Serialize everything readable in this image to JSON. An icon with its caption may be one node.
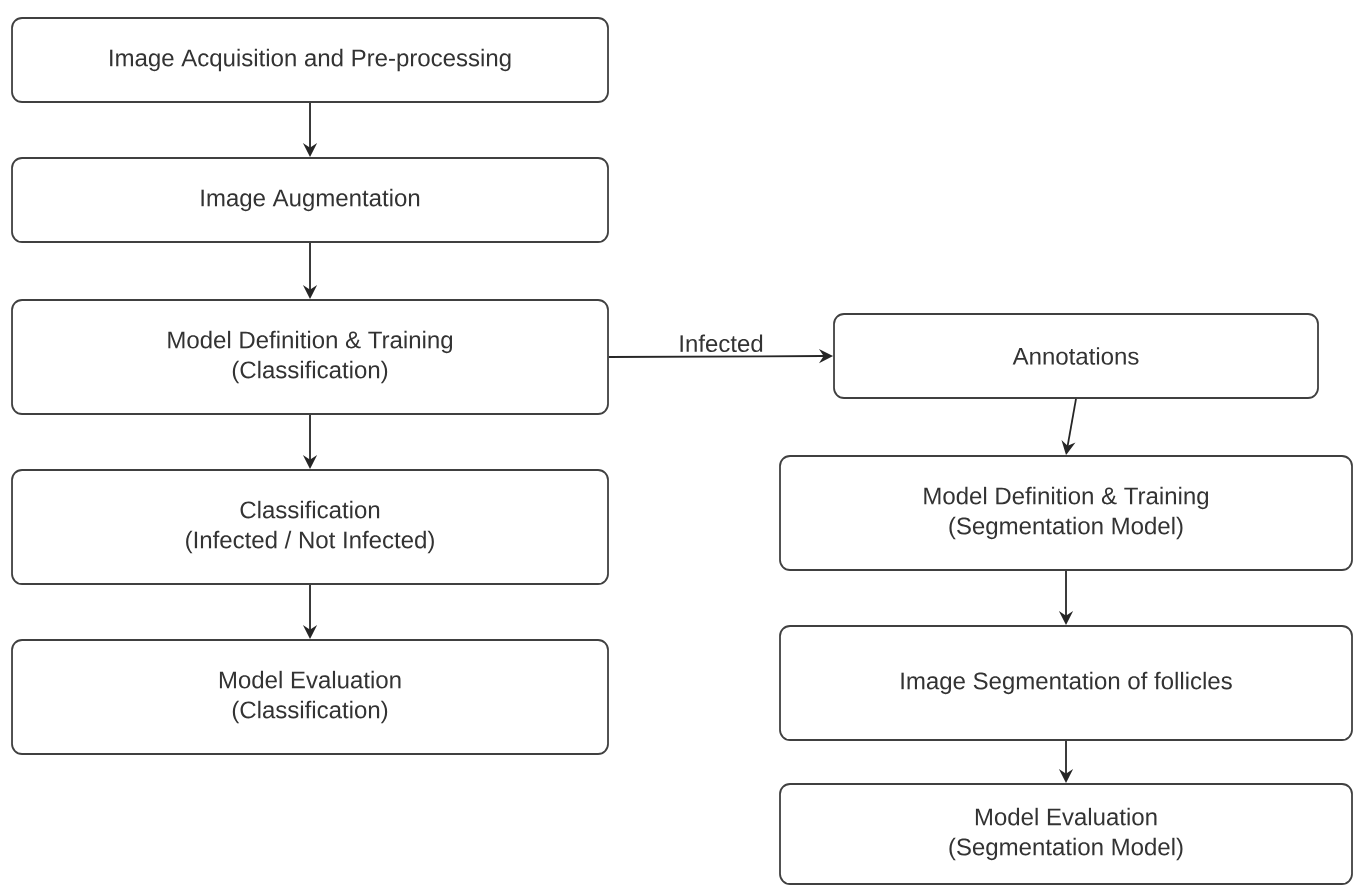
{
  "diagram": {
    "nodes": [
      {
        "text": [
          "Image Acquisition and Pre-processing"
        ]
      },
      {
        "text": [
          "Image Augmentation"
        ]
      },
      {
        "text": [
          "Model Definition & Training",
          "(Classification)"
        ]
      },
      {
        "text": [
          "Classification",
          "(Infected / Not Infected)"
        ]
      },
      {
        "text": [
          "Model Evaluation",
          "(Classification)"
        ]
      },
      {
        "text": [
          "Annotations"
        ]
      },
      {
        "text": [
          "Model Definition & Training",
          "(Segmentation Model)"
        ]
      },
      {
        "text": [
          "Image Segmentation of follicles"
        ]
      },
      {
        "text": [
          "Model Evaluation",
          "(Segmentation Model)"
        ]
      }
    ],
    "edges": [
      {
        "from": 0,
        "to": 1,
        "arrow": "to"
      },
      {
        "from": 1,
        "to": 2,
        "arrow": "to"
      },
      {
        "from": 2,
        "to": 3,
        "arrow": "to"
      },
      {
        "from": 3,
        "to": 4,
        "arrow": "to"
      },
      {
        "from": 2,
        "to": 5,
        "arrow": "to",
        "label": "Infected"
      },
      {
        "from": 5,
        "to": 6,
        "arrow": "to"
      },
      {
        "from": 6,
        "to": 7,
        "arrow": "to"
      },
      {
        "from": 7,
        "to": 8,
        "arrow": "to"
      }
    ]
  }
}
